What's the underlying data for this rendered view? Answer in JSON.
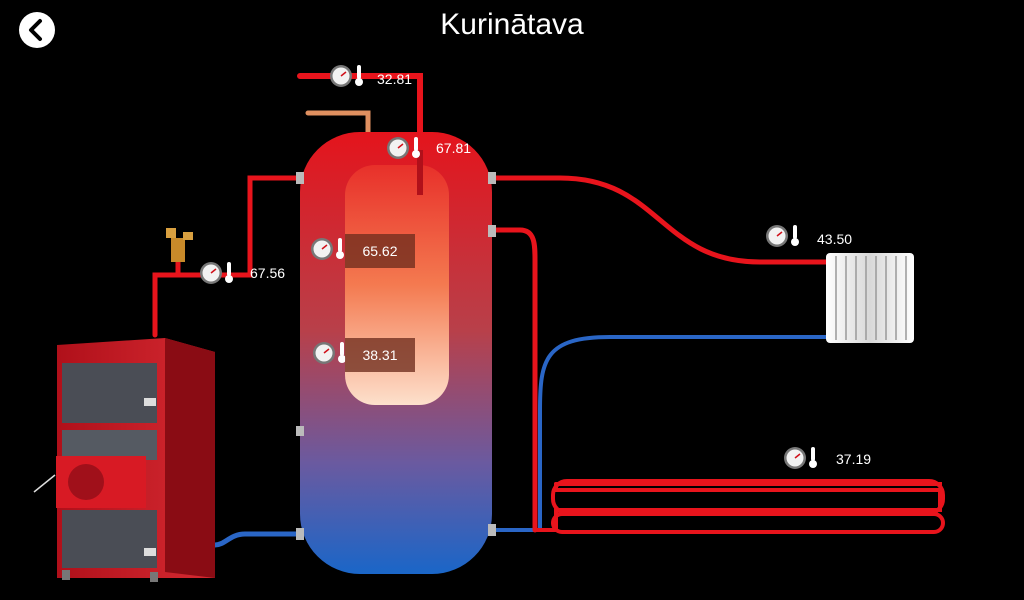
{
  "header": {
    "title": "Kurinātava",
    "back_icon": "chevron-left-icon"
  },
  "sensors": {
    "feed_top": "32.81",
    "tank_top": "67.81",
    "boiler_out": "67.56",
    "tank_upper": "65.62",
    "tank_lower": "38.31",
    "radiator": "43.50",
    "floor_heating": "37.19"
  },
  "colors": {
    "hot": "#e8141c",
    "cold": "#2a66c6",
    "background": "#000000",
    "label": "#ffffff"
  },
  "icons": [
    "pressure-gauge-icon",
    "thermometer-icon",
    "valve-icon",
    "boiler-icon",
    "radiator-icon",
    "storage-tank-icon"
  ]
}
